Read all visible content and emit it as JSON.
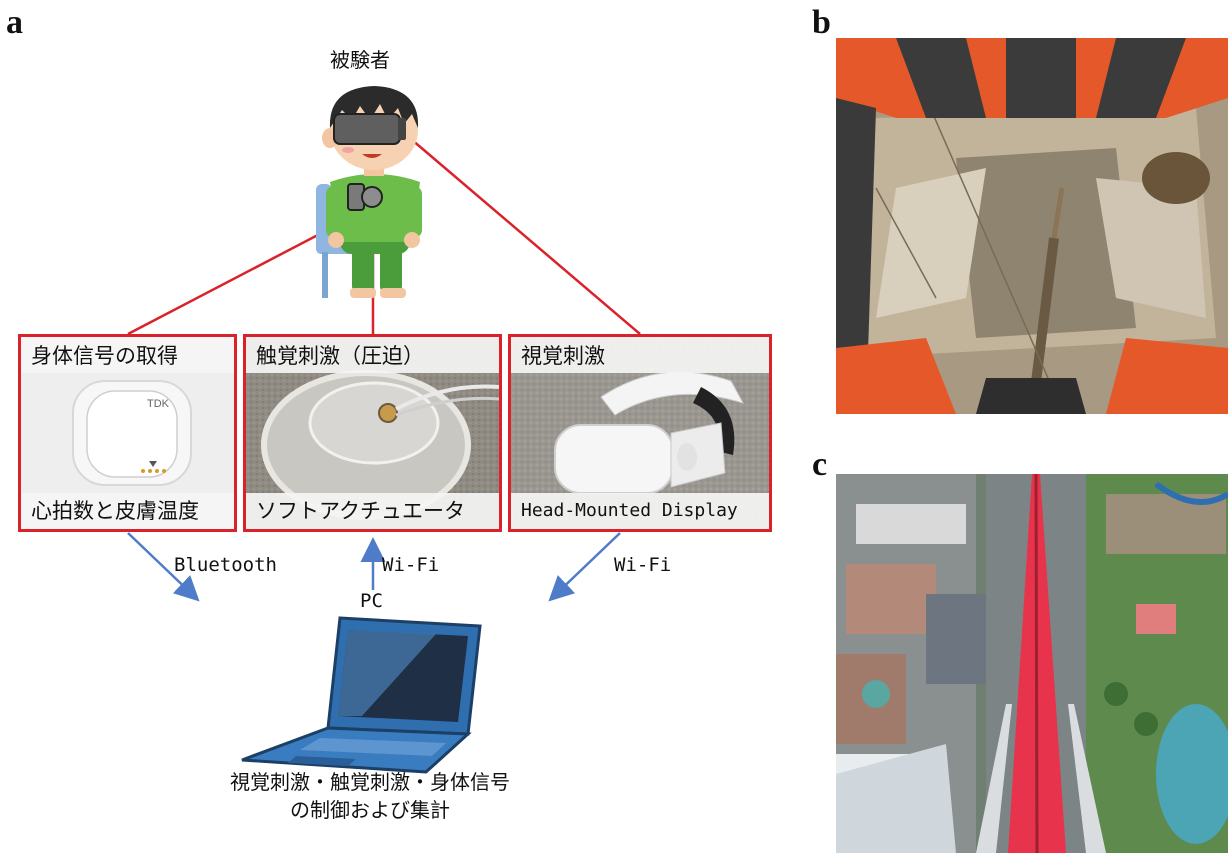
{
  "panels": {
    "a": "a",
    "b": "b",
    "c": "c"
  },
  "subject": {
    "label": "被験者"
  },
  "boxes": [
    {
      "title": "身体信号の取得",
      "footer": "心拍数と皮膚温度"
    },
    {
      "title": "触覚刺激（圧迫）",
      "footer": "ソフトアクチュエータ"
    },
    {
      "title": "視覚刺激",
      "footer": "Head-Mounted Display"
    }
  ],
  "device_brand": "TDK",
  "connections": {
    "left": "Bluetooth",
    "middle": "Wi-Fi",
    "right": "Wi-Fi"
  },
  "pc": {
    "label": "PC",
    "caption_line1": "視覚刺激・触覚刺激・身体信号",
    "caption_line2": "の制御および集計"
  },
  "colors": {
    "frame_red": "#d9222a",
    "arrow_blue": "#4f7cc9",
    "shirt_green": "#6dbd4b",
    "laptop_blue": "#2f6fb0",
    "coaster_orange": "#e5582a",
    "track_red": "#e8334d"
  }
}
